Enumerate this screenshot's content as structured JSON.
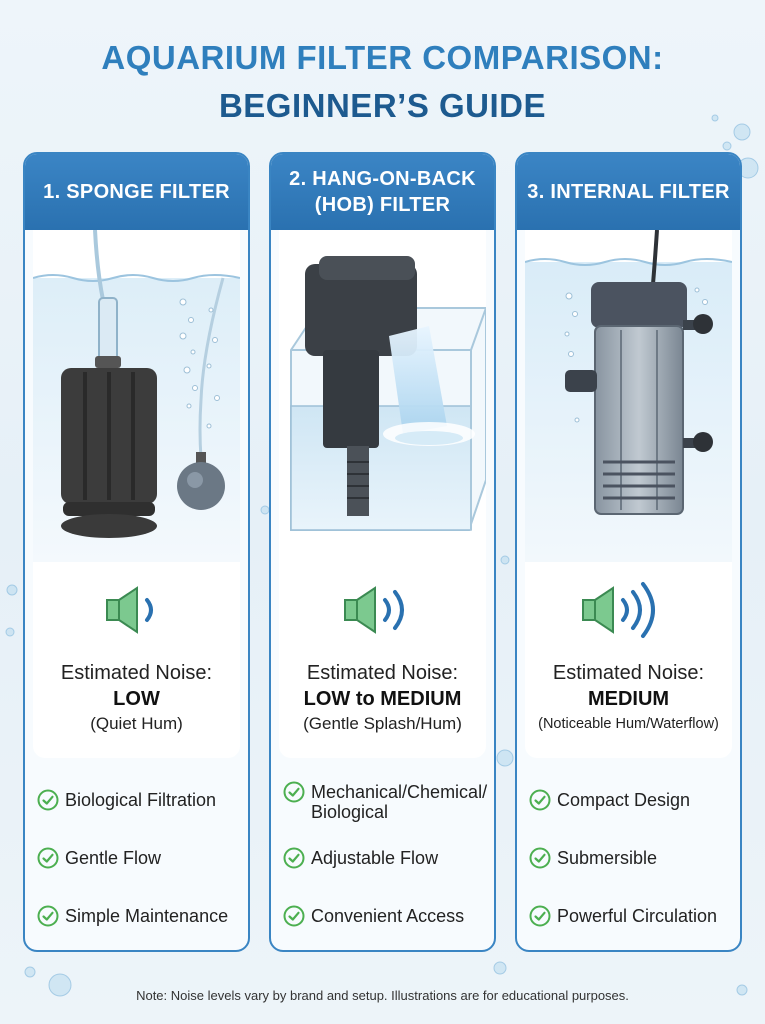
{
  "title": {
    "line1": "AQUARIUM FILTER COMPARISON:",
    "line2": "BEGINNER’S GUIDE"
  },
  "cards": [
    {
      "heading": "1. SPONGE FILTER",
      "illustration": "sponge-filter-illustration",
      "noise_label": "Estimated Noise:",
      "noise_level": "LOW",
      "noise_desc": "(Quiet Hum)",
      "sound_waves": 1,
      "features": [
        "Biological Filtration",
        "Gentle Flow",
        "Simple Maintenance"
      ]
    },
    {
      "heading": "2. HANG-ON-BACK (HOB) FILTER",
      "illustration": "hob-filter-illustration",
      "noise_label": "Estimated Noise:",
      "noise_level": "LOW to MEDIUM",
      "noise_desc": "(Gentle Splash/Hum)",
      "sound_waves": 2,
      "features": [
        "Mechanical/Chemical/ Biological",
        "Adjustable Flow",
        "Convenient Access"
      ]
    },
    {
      "heading": "3. INTERNAL FILTER",
      "illustration": "internal-filter-illustration",
      "noise_label": "Estimated Noise:",
      "noise_level": "MEDIUM",
      "noise_desc": "(Noticeable Hum/Waterflow)",
      "sound_waves": 3,
      "features": [
        "Compact Design",
        "Submersible",
        "Powerful Circulation"
      ]
    }
  ],
  "icons": {
    "speaker": "speaker-icon",
    "check": "check-circle-icon"
  },
  "colors": {
    "title": "#2f7fbd",
    "title_dark": "#1d5a8f",
    "header": "#3a85c3",
    "speaker_fill": "#7cc98f",
    "check": "#4caf50",
    "water": "#c9e2f1"
  },
  "note": "Note: Noise levels vary by brand and setup. Illustrations are for educational purposes."
}
